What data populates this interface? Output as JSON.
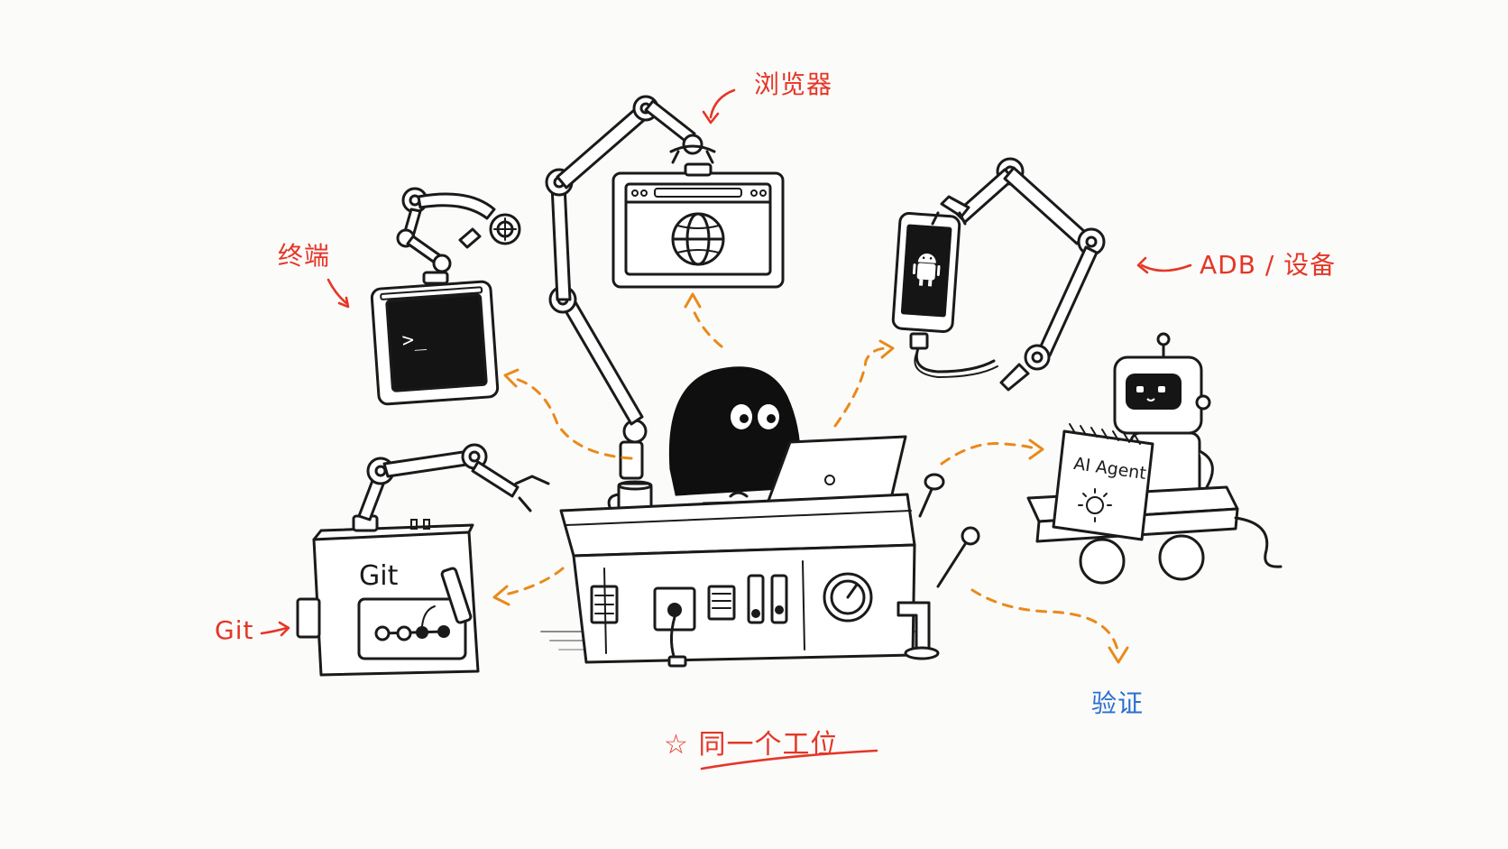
{
  "labels": {
    "browser": "浏览器",
    "terminal": "终端",
    "adb": "ADB / 设备",
    "git": "Git",
    "verify": "验证",
    "workstation": "同一个工位",
    "star": "☆"
  },
  "devices": {
    "terminal_prompt": ">_",
    "git_box_text": "Git",
    "agent_notebook_text": "AI Agent"
  },
  "colors": {
    "ink": "#1a1a1a",
    "accent_red": "#e53626",
    "accent_blue": "#2a6fcf",
    "arrow_orange": "#e98a1a",
    "background": "#fbfbfa"
  },
  "icons": [
    "globe-icon",
    "android-icon",
    "terminal-icon",
    "git-graph-icon",
    "sun-face-icon",
    "coffee-mug-icon",
    "gauge-icon"
  ]
}
